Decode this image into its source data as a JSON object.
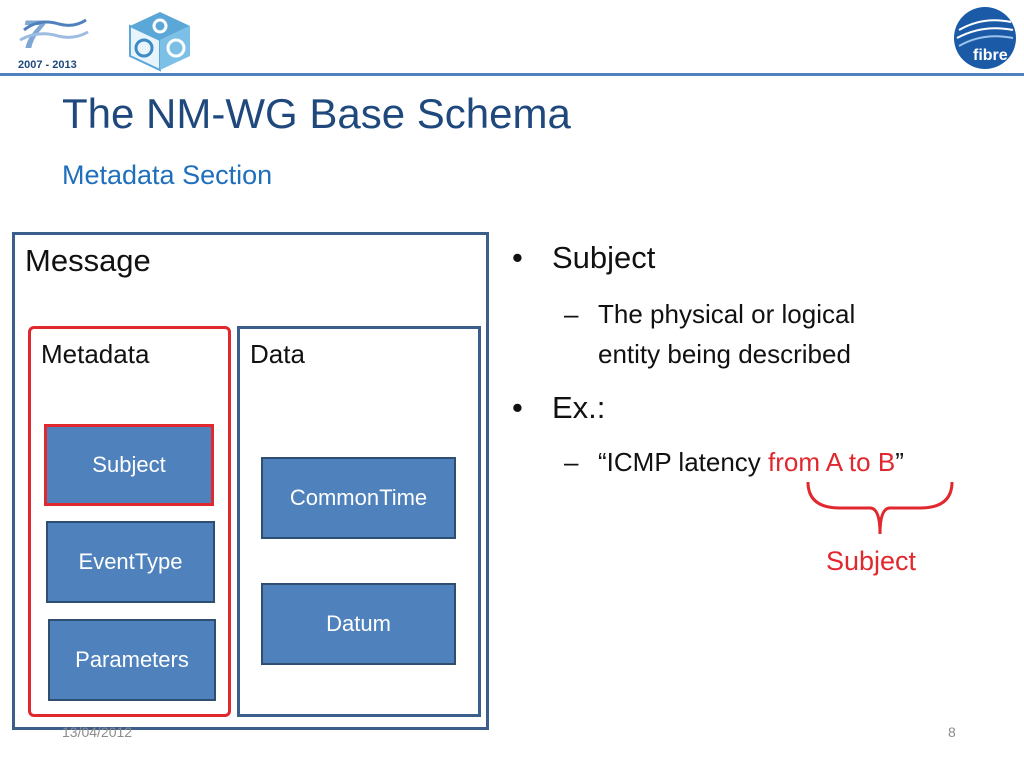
{
  "header": {
    "fp7_logo_text": "2007 - 2013",
    "fibre_logo_text": "fibre"
  },
  "slide": {
    "title": "The NM-WG Base Schema",
    "subtitle": "Metadata Section"
  },
  "diagram": {
    "message_label": "Message",
    "metadata_label": "Metadata",
    "data_label": "Data",
    "metadata_nodes": [
      "Subject",
      "EventType",
      "Parameters"
    ],
    "data_nodes": [
      "CommonTime",
      "Datum"
    ],
    "colors": {
      "node_fill": "#4f81bd",
      "highlight": "#e0282e",
      "frame": "#3b5f8a"
    }
  },
  "bullets": {
    "b1": "Subject",
    "b1_sub_line1": "The physical or logical",
    "b1_sub_line2": "entity being described",
    "b2": "Ex.:",
    "b2_sub_prefix": "“ICMP latency ",
    "b2_sub_highlight": "from A to B",
    "b2_sub_suffix": "”",
    "bullet_glyph": "•",
    "dash_glyph": "–"
  },
  "annotation": {
    "brace_label": "Subject"
  },
  "footer": {
    "date": "13/04/2012",
    "page": "8"
  }
}
